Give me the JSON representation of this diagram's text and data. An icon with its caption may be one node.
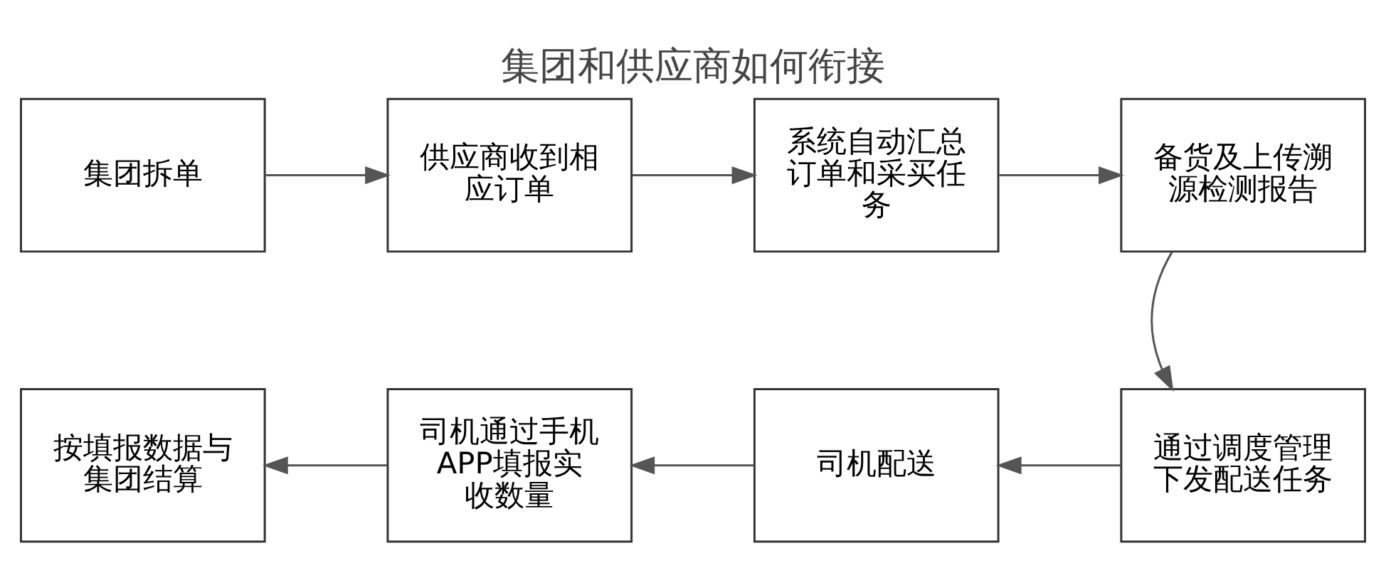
{
  "diagram": {
    "title": "集团和供应商如何衔接",
    "nodes": [
      {
        "text": [
          "集团拆单"
        ]
      },
      {
        "text": [
          "供应商收到相应订单"
        ]
      },
      {
        "text": [
          "系统自动汇总订单和采买任务"
        ]
      },
      {
        "text": [
          "备货及上传溯源检测报告"
        ]
      },
      {
        "text": [
          "通过调度管理下发配送任务"
        ]
      },
      {
        "text": [
          "司机配送"
        ]
      },
      {
        "text": [
          "司机通过手机APP填报实收数量"
        ]
      },
      {
        "text": [
          "按填报数据与集团结算"
        ]
      }
    ],
    "edges": [
      {
        "from": 0,
        "to": 1,
        "arrow": "to"
      },
      {
        "from": 1,
        "to": 2,
        "arrow": "to"
      },
      {
        "from": 2,
        "to": 3,
        "arrow": "to"
      },
      {
        "from": 3,
        "to": 4,
        "arrow": "to"
      },
      {
        "from": 4,
        "to": 5,
        "arrow": "to"
      },
      {
        "from": 5,
        "to": 6,
        "arrow": "to"
      },
      {
        "from": 6,
        "to": 7,
        "arrow": "to"
      }
    ]
  }
}
